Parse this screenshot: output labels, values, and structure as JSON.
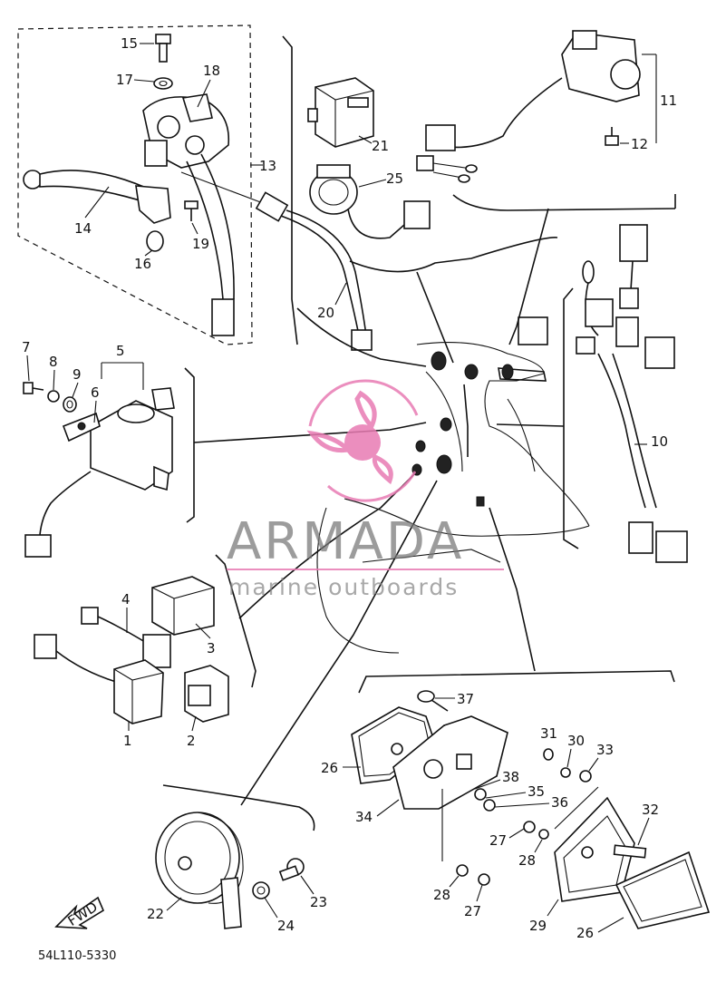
{
  "callouts": {
    "c1": "1",
    "c2": "2",
    "c3": "3",
    "c4": "4",
    "c5": "5",
    "c6": "6",
    "c7": "7",
    "c8": "8",
    "c9": "9",
    "c10": "10",
    "c11": "11",
    "c12": "12",
    "c13": "13",
    "c14": "14",
    "c15": "15",
    "c16": "16",
    "c17": "17",
    "c18": "18",
    "c19": "19",
    "c20": "20",
    "c21": "21",
    "c22": "22",
    "c23": "23",
    "c24": "24",
    "c25": "25",
    "c26a": "26",
    "c26b": "26",
    "c27a": "27",
    "c27b": "27",
    "c28a": "28",
    "c28b": "28",
    "c29": "29",
    "c30": "30",
    "c31": "31",
    "c32": "32",
    "c33": "33",
    "c34": "34",
    "c35": "35",
    "c36": "36",
    "c37": "37",
    "c38": "38"
  },
  "fwd_label": "FWD",
  "drawing_code": "54L110-5330",
  "watermark": {
    "brand": "ARMADA",
    "tagline": "marine outboards",
    "accent_color": "#e87bb3"
  }
}
